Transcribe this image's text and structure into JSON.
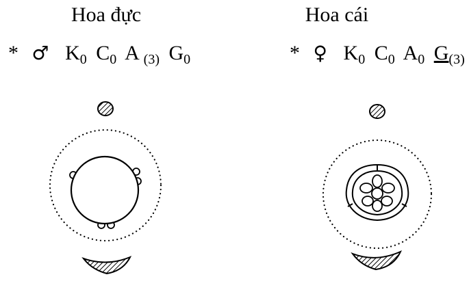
{
  "male": {
    "title": "Hoa đực",
    "star": "*",
    "symbol": "♂",
    "K": {
      "letter": "K",
      "sub": "0"
    },
    "C": {
      "letter": "C",
      "sub": "0"
    },
    "A": {
      "letter": "A",
      "sub": "(3)"
    },
    "G": {
      "letter": "G",
      "sub": "0"
    }
  },
  "female": {
    "title": "Hoa cái",
    "star": "*",
    "symbol": "♀",
    "K": {
      "letter": "K",
      "sub": "0"
    },
    "C": {
      "letter": "C",
      "sub": "0"
    },
    "A": {
      "letter": "A",
      "sub": "0"
    },
    "G": {
      "letter": "G",
      "sub": "(3)"
    }
  }
}
